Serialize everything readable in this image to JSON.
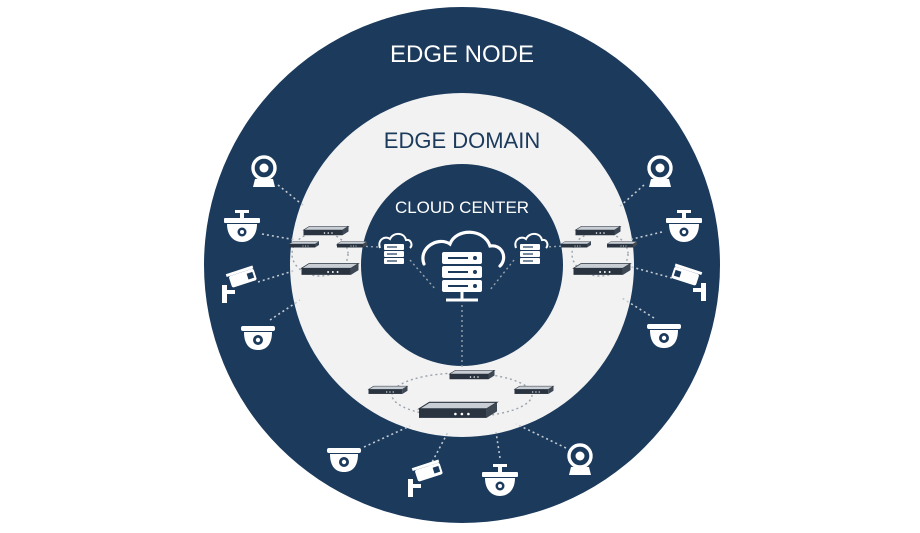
{
  "labels": {
    "outer": "EDGE NODE",
    "middle": "EDGE DOMAIN",
    "inner": "CLOUD CENTER"
  },
  "colors": {
    "navy": "#1b3a5c",
    "light_ring": "#f2f2f2",
    "white": "#ffffff",
    "connector": "#9aa3ad",
    "device_dark": "#2a3440"
  },
  "icons": {
    "cameras": [
      "webcam-icon",
      "dome-ptz-camera-icon",
      "bullet-camera-icon",
      "dome-camera-icon"
    ],
    "servers": [
      "cloud-server-icon",
      "cloud-mini-server-icon",
      "network-switch-icon",
      "nvr-box-icon"
    ]
  }
}
